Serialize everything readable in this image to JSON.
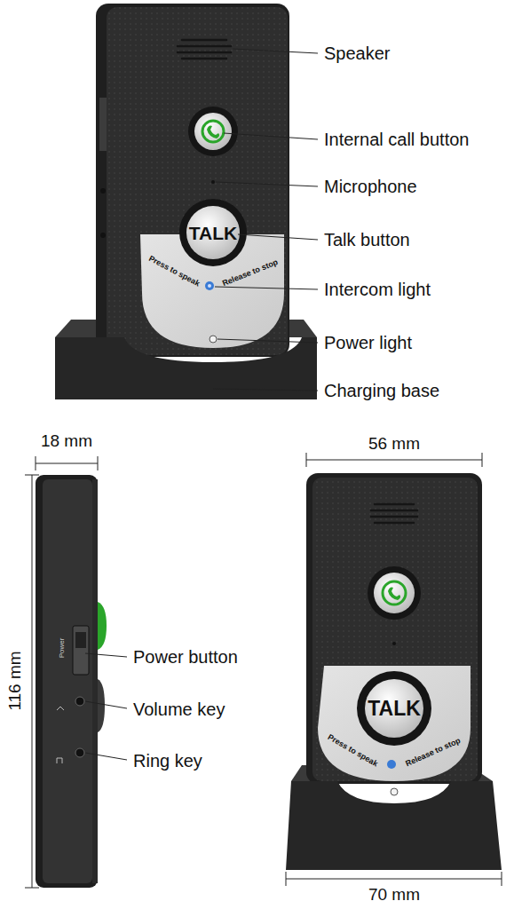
{
  "diagram": {
    "labels": [
      "Speaker",
      "Internal call button",
      "Microphone",
      "Talk button",
      "Intercom light",
      "Power light",
      "Charging base",
      "TALK",
      "Press to speak",
      "Release to stop",
      "18 mm",
      "116 mm",
      "Power",
      "Power button",
      "Volume key",
      "Ring key",
      "56 mm",
      "TALK",
      "Press to speak",
      "Release to stop",
      "70 mm"
    ]
  }
}
